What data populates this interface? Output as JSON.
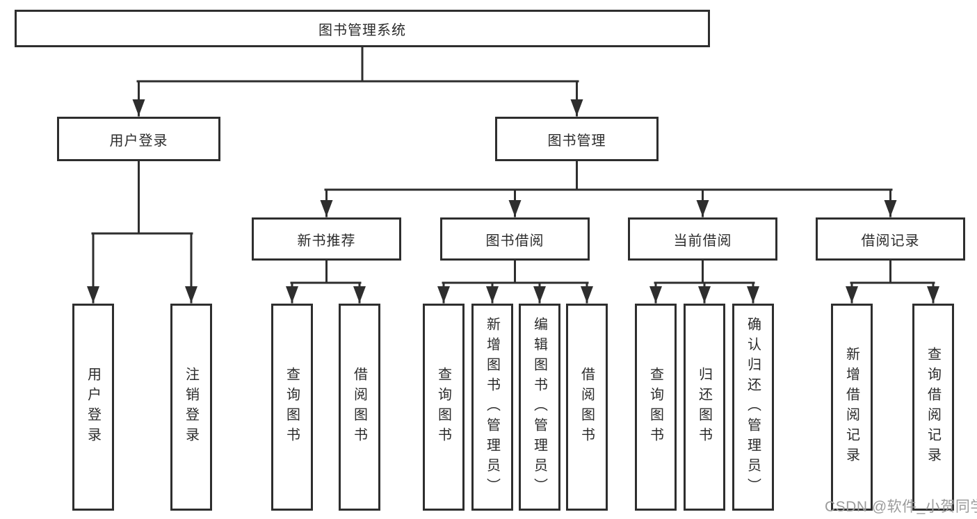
{
  "tree": {
    "label": "图书管理系统",
    "children": [
      {
        "label": "用户登录",
        "children": [
          {
            "label": "用户登录"
          },
          {
            "label": "注销登录"
          }
        ]
      },
      {
        "label": "图书管理",
        "children": [
          {
            "label": "新书推荐",
            "children": [
              {
                "label": "查询图书"
              },
              {
                "label": "借阅图书"
              }
            ]
          },
          {
            "label": "图书借阅",
            "children": [
              {
                "label": "查询图书"
              },
              {
                "label": "新增图书（管理员）"
              },
              {
                "label": "编辑图书（管理员）"
              },
              {
                "label": "借阅图书"
              }
            ]
          },
          {
            "label": "当前借阅",
            "children": [
              {
                "label": "查询图书"
              },
              {
                "label": "归还图书"
              },
              {
                "label": "确认归还（管理员）"
              }
            ]
          },
          {
            "label": "借阅记录",
            "children": [
              {
                "label": "新增借阅记录"
              },
              {
                "label": "查询借阅记录"
              }
            ]
          }
        ]
      }
    ]
  },
  "watermark": {
    "text": "CSDN @软件_小贺同学"
  },
  "colors": {
    "line": "#2e2e2e",
    "text": "#2b2b2b",
    "watermark": "#9b9b9b",
    "background": "#ffffff"
  }
}
